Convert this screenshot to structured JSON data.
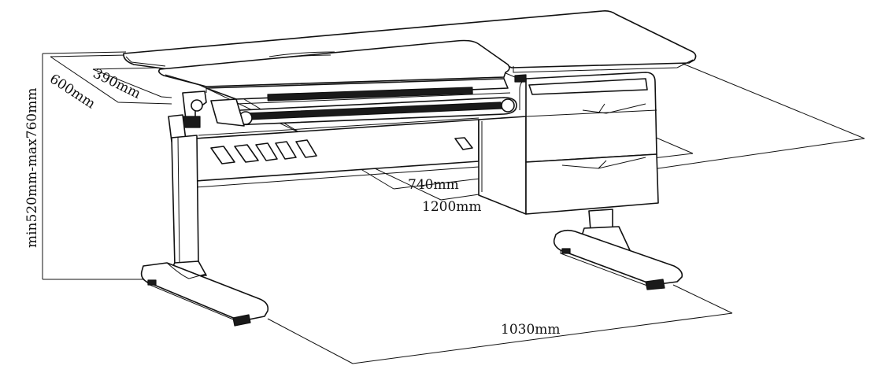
{
  "dimensions": {
    "height_range": "min520mm-max760mm",
    "depth_total": "600mm",
    "depth_tilt": "390mm",
    "width_tilt": "740mm",
    "width_total": "1200mm",
    "width_base": "1030mm"
  }
}
